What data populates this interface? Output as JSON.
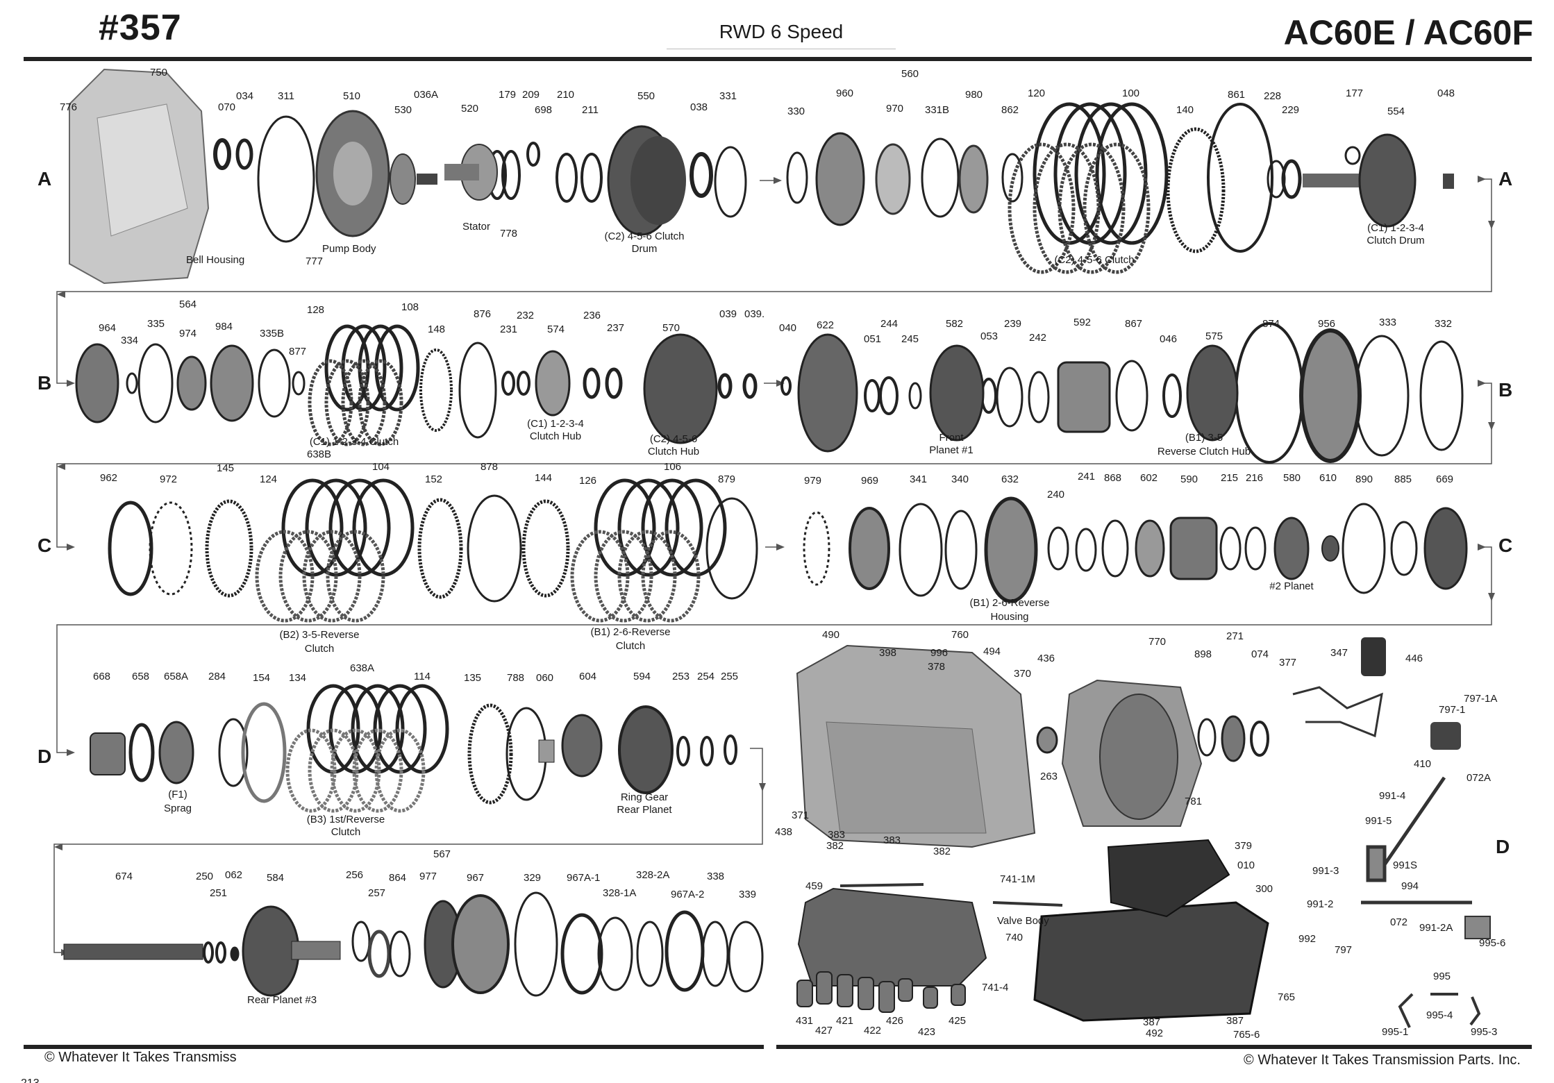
{
  "header": {
    "number": "#357",
    "subtitle": "RWD 6 Speed",
    "model": "AC60E / AC60F"
  },
  "footer": {
    "left": "© Whatever It Takes Transmiss",
    "right": "© Whatever It Takes Transmission Parts. Inc.",
    "page_fragment": "213"
  },
  "row_letters": [
    "A",
    "A",
    "B",
    "B",
    "C",
    "C",
    "D",
    "D"
  ],
  "labels": {
    "r1": [
      "776",
      "750",
      "070",
      "034",
      "311",
      "510",
      "530",
      "036A",
      "520",
      "179",
      "209",
      "698",
      "210",
      "211",
      "550",
      "038",
      "331",
      "560",
      "330",
      "960",
      "970",
      "331B",
      "980",
      "862",
      "120",
      "100",
      "140",
      "861",
      "228",
      "229",
      "177",
      "554",
      "048"
    ],
    "r1cap": [
      "Bell Housing",
      "Pump Body",
      "777",
      "Stator",
      "778",
      "(C2) 4-5-6 Clutch",
      "Drum",
      "(C2) 4-5-6 Clutch",
      "(C1) 1-2-3-4",
      "Clutch Drum"
    ],
    "r2": [
      "564",
      "964",
      "335",
      "334",
      "974",
      "984",
      "335B",
      "877",
      "128",
      "108",
      "148",
      "876",
      "231",
      "232",
      "574",
      "236",
      "237",
      "570",
      "039",
      "039.",
      "040",
      "622",
      "051",
      "244",
      "245",
      "582",
      "239",
      "053",
      "242",
      "592",
      "867",
      "046",
      "575",
      "874",
      "956",
      "333",
      "332"
    ],
    "r2cap": [
      "(C1) 1-2-3-4 Clutch",
      "638B",
      "(C1) 1-2-3-4",
      "Clutch Hub",
      "(C2) 4-5-6",
      "Clutch Hub",
      "Front",
      "Planet #1",
      "(B1) 3-5",
      "Reverse Clutch Hub"
    ],
    "r3": [
      "962",
      "972",
      "145",
      "124",
      "104",
      "152",
      "878",
      "144",
      "126",
      "106",
      "879",
      "979",
      "969",
      "341",
      "340",
      "632",
      "240",
      "241",
      "868",
      "602",
      "590",
      "215",
      "216",
      "580",
      "610",
      "890",
      "885",
      "669"
    ],
    "r3cap": [
      "(B2) 3-5-Reverse",
      "Clutch",
      "(B1) 2-6-Reverse",
      "Clutch",
      "(B1) 2-6-Reverse",
      "Housing",
      "#2 Planet"
    ],
    "r4": [
      "668",
      "658",
      "658A",
      "284",
      "154",
      "134",
      "638A",
      "114",
      "135",
      "788",
      "060",
      "604",
      "594",
      "253",
      "254",
      "255",
      "490",
      "398",
      "996",
      "378",
      "760",
      "494",
      "436",
      "370",
      "263",
      "770",
      "898",
      "271",
      "074",
      "377",
      "347",
      "446",
      "797-1A",
      "797-1",
      "410",
      "072A",
      "781"
    ],
    "r4cap": [
      "(F1)",
      "Sprag",
      "(B3) 1st/Reverse",
      "Clutch",
      "Ring Gear",
      "Rear Planet",
      "438",
      "371",
      "383",
      "382",
      "383",
      "382",
      "991-4",
      "991-5",
      "991S",
      "991-3"
    ],
    "r5": [
      "567",
      "674",
      "250",
      "251",
      "062",
      "584",
      "256",
      "257",
      "864",
      "977",
      "967",
      "329",
      "967A-1",
      "328-1A",
      "328-2A",
      "967A-2",
      "338",
      "339",
      "459",
      "741-1M",
      "379",
      "010",
      "300",
      "994",
      "991-2",
      "072",
      "991-2A",
      "992",
      "797",
      "995-6",
      "765",
      "995",
      "995-4",
      "995-1",
      "995-3"
    ],
    "r5cap": [
      "Rear Planet #3",
      "Valve Body",
      "740",
      "741-4",
      "431",
      "427",
      "421",
      "422",
      "426",
      "423",
      "425",
      "387",
      "492",
      "387",
      "765-6"
    ]
  }
}
